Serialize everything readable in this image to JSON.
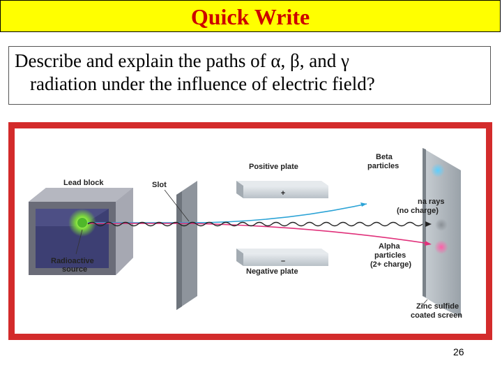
{
  "slide": {
    "title": "Quick Write",
    "question_line1": "Describe and explain the paths of α, β, and γ",
    "question_line2": "radiation under the influence of electric field?",
    "page_number": "26"
  },
  "diagram": {
    "lead_block": "Lead block",
    "slot": "Slot",
    "radioactive_source_line1": "Radioactive",
    "radioactive_source_line2": "source",
    "positive_plate": "Positive plate",
    "positive_sign": "+",
    "negative_plate": "Negative plate",
    "negative_sign": "–",
    "beta_line1": "Beta",
    "beta_line2": "particles",
    "gamma_line1": "na rays",
    "gamma_line2": "(no charge)",
    "alpha_line1": "Alpha",
    "alpha_line2": "particles",
    "alpha_line3": "(2+ charge)",
    "screen_line1": "Zinc sulfide",
    "screen_line2": "coated screen",
    "colors": {
      "frame": "#d32b2b",
      "beta_path": "#2ba3d6",
      "alpha_path": "#e0307a",
      "gamma_path": "#222222",
      "source_glow": "#7ddc3a"
    }
  }
}
